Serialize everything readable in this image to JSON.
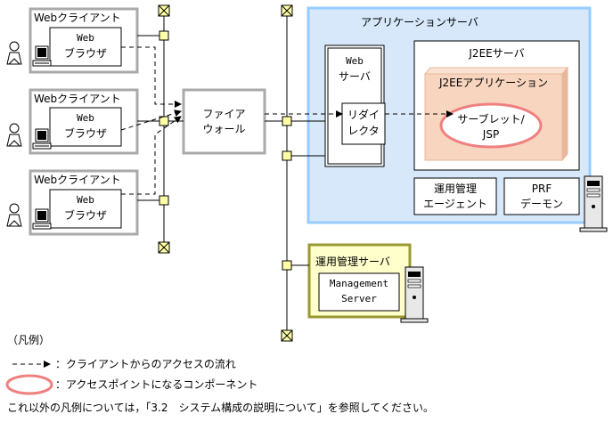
{
  "colors": {
    "app_server_fill": "#d6e8fa",
    "app_server_border": "#99ccff",
    "mgmt_server_fill": "#ffffcc",
    "mgmt_server_border": "#999933",
    "j2ee_app_fill": "#f7d5bf",
    "j2ee_app_border": "#e8b89a",
    "client_border": "#aaaaaa",
    "hub_fill": "#ffffa8",
    "highlight_oval": "#f08080"
  },
  "clients": [
    {
      "title": "Webクライアント",
      "browser": [
        "Web",
        "ブラウザ"
      ]
    },
    {
      "title": "Webクライアント",
      "browser": [
        "Web",
        "ブラウザ"
      ]
    },
    {
      "title": "Webクライアント",
      "browser": [
        "Web",
        "ブラウザ"
      ]
    }
  ],
  "firewall": {
    "lines": [
      "ファイア",
      "ウォール"
    ]
  },
  "app_server": {
    "title": "アプリケーションサーバ",
    "web_server": [
      "Web",
      "サーバ"
    ],
    "redirector": [
      "リダイ",
      "レクタ"
    ],
    "j2ee_server": "J2EEサーバ",
    "j2ee_app": "J2EEアプリケーション",
    "servlet": [
      "サーブレット/",
      "JSP"
    ],
    "agent": [
      "運用管理",
      "エージェント"
    ],
    "prf": [
      "PRF",
      "デーモン"
    ]
  },
  "mgmt_server": {
    "title": "運用管理サーバ",
    "box": [
      "Management",
      "Server"
    ]
  },
  "legend": {
    "title": "（凡例）",
    "arrow_label": "：クライアントからのアクセスの流れ",
    "oval_label": "：アクセスポイントになるコンポーネント",
    "note": "これ以外の凡例については，「3.2　システム構成の説明について」を参照してください。"
  }
}
